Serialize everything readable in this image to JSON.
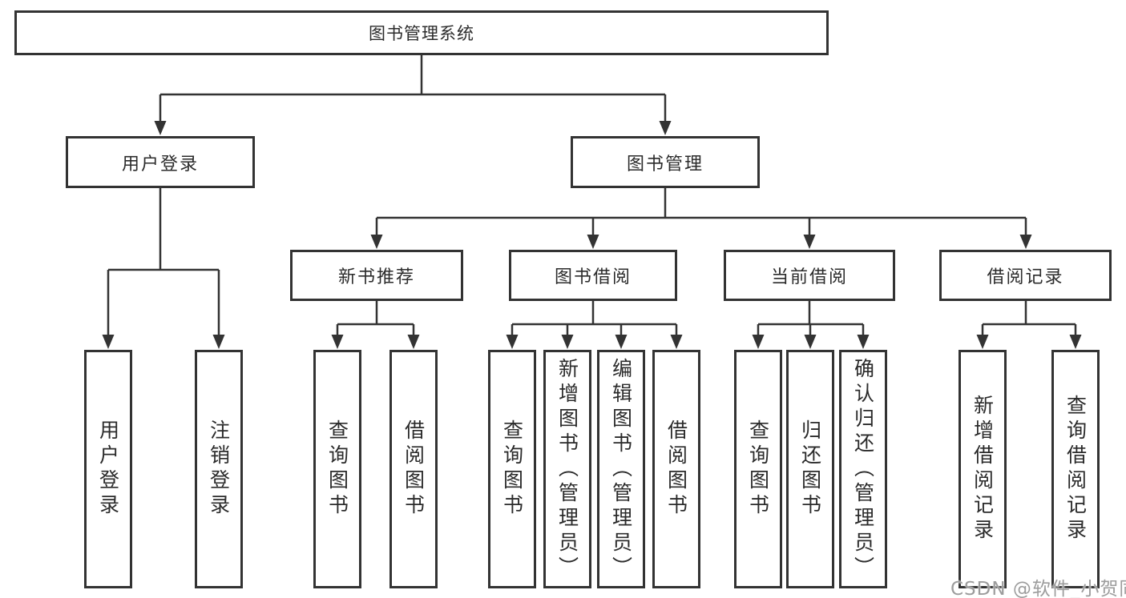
{
  "tree": {
    "root": "图书管理系统",
    "branches": [
      {
        "label": "用户登录",
        "leaves": [
          "用户登录",
          "注销登录"
        ]
      },
      {
        "label": "图书管理",
        "children": [
          {
            "label": "新书推荐",
            "leaves": [
              "查询图书",
              "借阅图书"
            ]
          },
          {
            "label": "图书借阅",
            "leaves": [
              "查询图书",
              "新增图书（管理员）",
              "编辑图书（管理员）",
              "借阅图书"
            ]
          },
          {
            "label": "当前借阅",
            "leaves": [
              "查询图书",
              "归还图书",
              "确认归还（管理员）"
            ]
          },
          {
            "label": "借阅记录",
            "leaves": [
              "新增借阅记录",
              "查询借阅记录"
            ]
          }
        ]
      }
    ]
  },
  "watermark": {
    "text": "CSDN @软件_小贺同学"
  },
  "colors": {
    "line": "#333333",
    "box_border": "#333333",
    "text": "#2b2b2b",
    "watermark": "#9c9c9c",
    "background": "#ffffff"
  }
}
